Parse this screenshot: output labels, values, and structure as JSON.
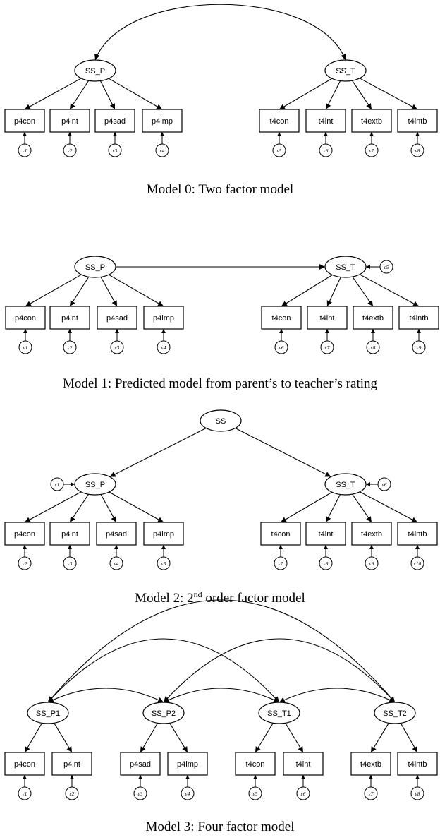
{
  "models": [
    {
      "caption": "Model 0: Two factor model",
      "latents": [
        {
          "id": "ssp",
          "label": "SS_P",
          "error": null
        },
        {
          "id": "sst",
          "label": "SS_T",
          "error": null
        }
      ],
      "indicators": [
        {
          "factor": "ssp",
          "label": "p4con",
          "error": "ε1"
        },
        {
          "factor": "ssp",
          "label": "p4int",
          "error": "ε2"
        },
        {
          "factor": "ssp",
          "label": "p4sad",
          "error": "ε3"
        },
        {
          "factor": "ssp",
          "label": "p4imp",
          "error": "ε4"
        },
        {
          "factor": "sst",
          "label": "t4con",
          "error": "ε5"
        },
        {
          "factor": "sst",
          "label": "t4int",
          "error": "ε6"
        },
        {
          "factor": "sst",
          "label": "t4extb",
          "error": "ε7"
        },
        {
          "factor": "sst",
          "label": "t4intb",
          "error": "ε8"
        }
      ],
      "relations": [
        {
          "from": "ssp",
          "to": "sst",
          "kind": "covariance"
        }
      ]
    },
    {
      "caption": "Model 1: Predicted model from parent’s to teacher’s rating",
      "latents": [
        {
          "id": "ssp",
          "label": "SS_P",
          "error": null
        },
        {
          "id": "sst",
          "label": "SS_T",
          "error": "ε5"
        }
      ],
      "indicators": [
        {
          "factor": "ssp",
          "label": "p4con",
          "error": "ε1"
        },
        {
          "factor": "ssp",
          "label": "p4int",
          "error": "ε2"
        },
        {
          "factor": "ssp",
          "label": "p4sad",
          "error": "ε3"
        },
        {
          "factor": "ssp",
          "label": "p4imp",
          "error": "ε4"
        },
        {
          "factor": "sst",
          "label": "t4con",
          "error": "ε6"
        },
        {
          "factor": "sst",
          "label": "t4int",
          "error": "ε7"
        },
        {
          "factor": "sst",
          "label": "t4extb",
          "error": "ε8"
        },
        {
          "factor": "sst",
          "label": "t4intb",
          "error": "ε9"
        }
      ],
      "relations": [
        {
          "from": "ssp",
          "to": "sst",
          "kind": "path"
        }
      ]
    },
    {
      "caption_main": "Model 2: 2",
      "caption_sup": "nd",
      "caption_rest": " order factor model",
      "latents": [
        {
          "id": "ss",
          "label": "SS",
          "error": null
        },
        {
          "id": "ssp",
          "label": "SS_P",
          "error": "ε1"
        },
        {
          "id": "sst",
          "label": "SS_T",
          "error": "ε6"
        }
      ],
      "indicators": [
        {
          "factor": "ssp",
          "label": "p4con",
          "error": "ε2"
        },
        {
          "factor": "ssp",
          "label": "p4int",
          "error": "ε3"
        },
        {
          "factor": "ssp",
          "label": "p4sad",
          "error": "ε4"
        },
        {
          "factor": "ssp",
          "label": "p4imp",
          "error": "ε5"
        },
        {
          "factor": "sst",
          "label": "t4con",
          "error": "ε7"
        },
        {
          "factor": "sst",
          "label": "t4int",
          "error": "ε8"
        },
        {
          "factor": "sst",
          "label": "t4extb",
          "error": "ε9"
        },
        {
          "factor": "sst",
          "label": "t4intb",
          "error": "ε10"
        }
      ],
      "relations": [
        {
          "from": "ss",
          "to": "ssp",
          "kind": "path"
        },
        {
          "from": "ss",
          "to": "sst",
          "kind": "path"
        }
      ]
    },
    {
      "caption": "Model 3: Four factor model",
      "latents": [
        {
          "id": "ssp1",
          "label": "SS_P1",
          "error": null
        },
        {
          "id": "ssp2",
          "label": "SS_P2",
          "error": null
        },
        {
          "id": "sst1",
          "label": "SS_T1",
          "error": null
        },
        {
          "id": "sst2",
          "label": "SS_T2",
          "error": null
        }
      ],
      "indicators": [
        {
          "factor": "ssp1",
          "label": "p4con",
          "error": "ε1"
        },
        {
          "factor": "ssp1",
          "label": "p4int",
          "error": "ε2"
        },
        {
          "factor": "ssp2",
          "label": "p4sad",
          "error": "ε3"
        },
        {
          "factor": "ssp2",
          "label": "p4imp",
          "error": "ε4"
        },
        {
          "factor": "sst1",
          "label": "t4con",
          "error": "ε5"
        },
        {
          "factor": "sst1",
          "label": "t4int",
          "error": "ε6"
        },
        {
          "factor": "sst2",
          "label": "t4extb",
          "error": "ε7"
        },
        {
          "factor": "sst2",
          "label": "t4intb",
          "error": "ε8"
        }
      ],
      "relations": [
        {
          "from": "ssp1",
          "to": "ssp2",
          "kind": "covariance"
        },
        {
          "from": "ssp2",
          "to": "sst1",
          "kind": "covariance"
        },
        {
          "from": "sst1",
          "to": "sst2",
          "kind": "covariance"
        },
        {
          "from": "ssp1",
          "to": "sst1",
          "kind": "covariance"
        },
        {
          "from": "ssp2",
          "to": "sst2",
          "kind": "covariance"
        },
        {
          "from": "ssp1",
          "to": "sst2",
          "kind": "covariance"
        }
      ]
    }
  ]
}
